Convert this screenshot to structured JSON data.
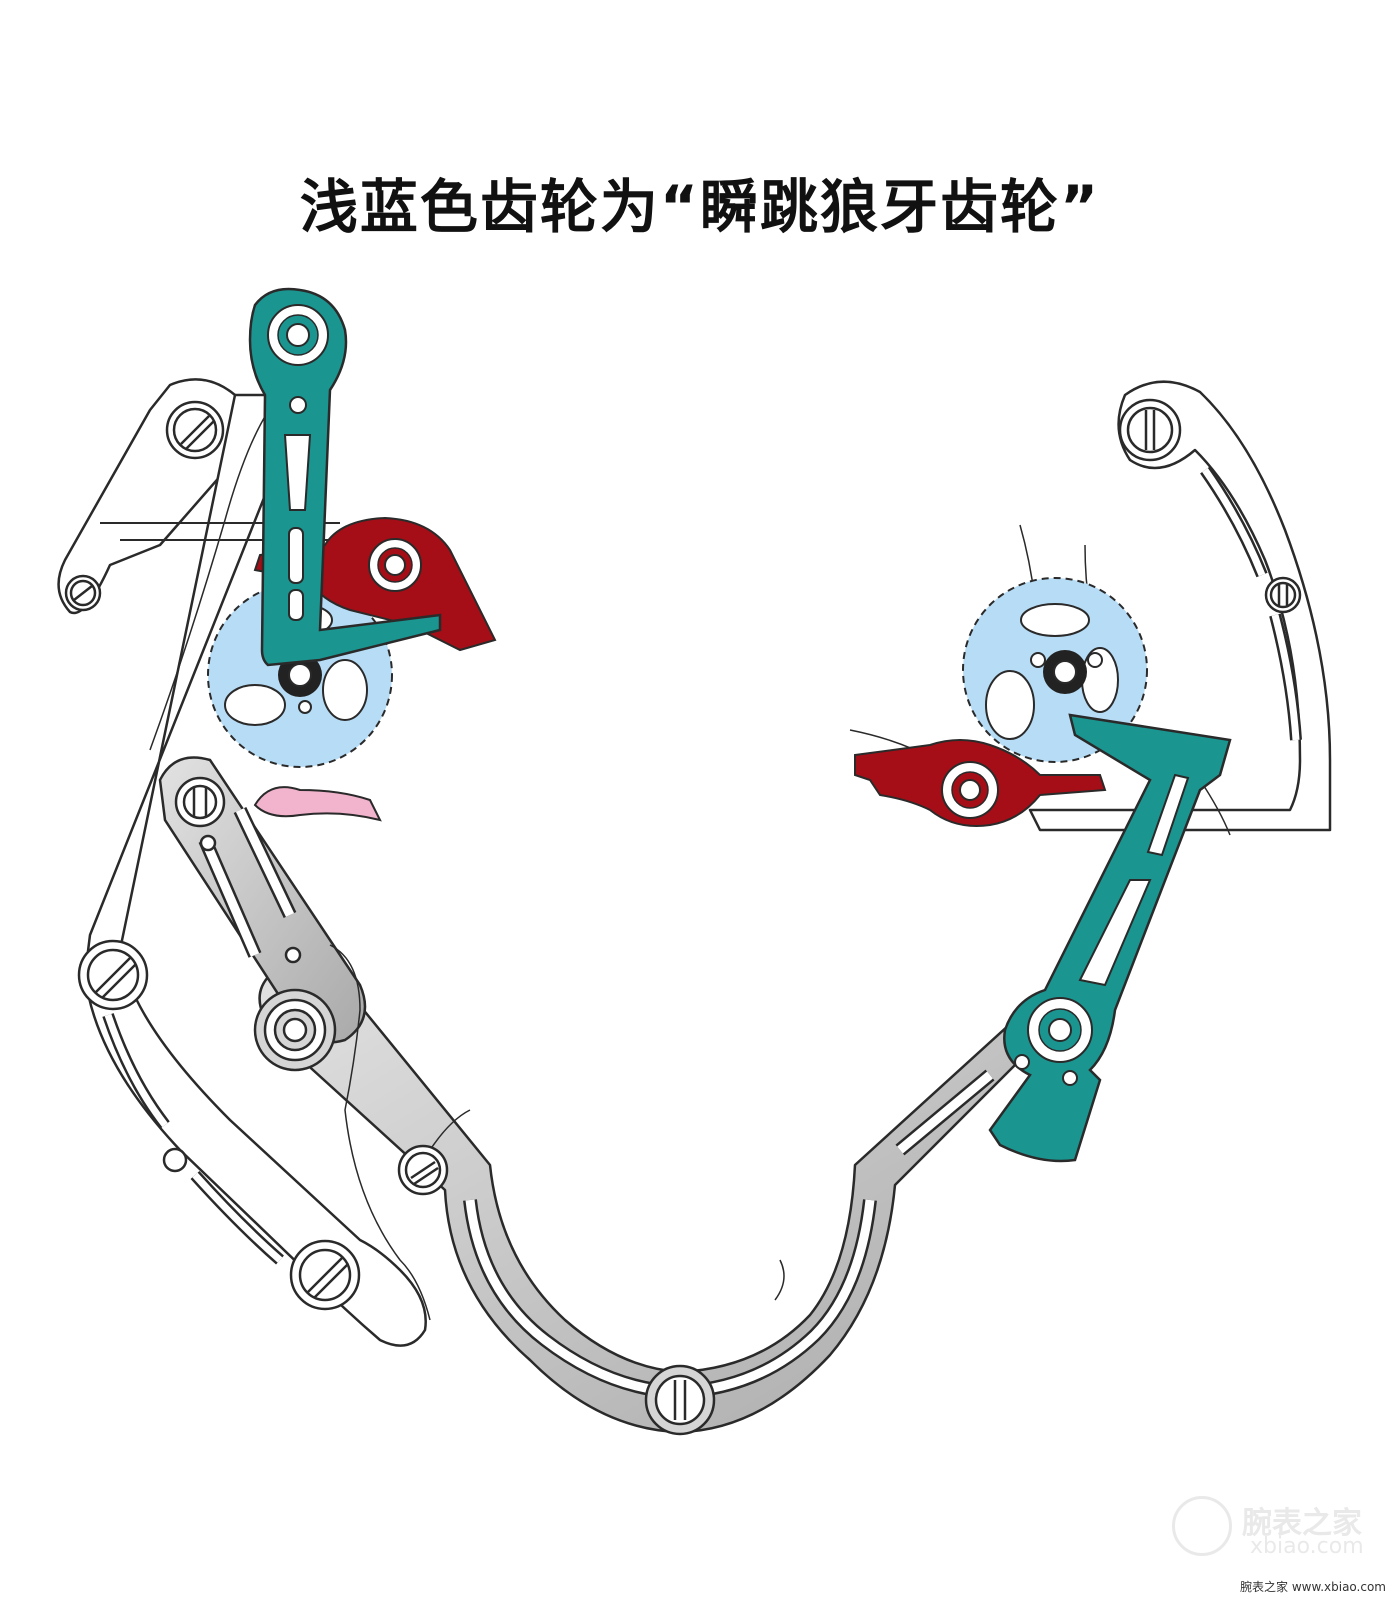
{
  "title": "浅蓝色齿轮为“瞬跳狼牙齿轮”",
  "watermark": {
    "zh": "腕表之家",
    "en": "xbiao.com"
  },
  "footer": "腕表之家 www.xbiao.com",
  "colors": {
    "teal_lever": "#1a9590",
    "light_blue_gear": "#b7dcf5",
    "dark_red_cam": "#a50e16",
    "pink_spring": "#f2b3cc",
    "gray_lever": "#c8c8c8",
    "outline": "#2a2a2a",
    "white_plate": "#ffffff"
  },
  "icons": {
    "screw": "screw-icon",
    "logo": "watch-logo-icon"
  }
}
